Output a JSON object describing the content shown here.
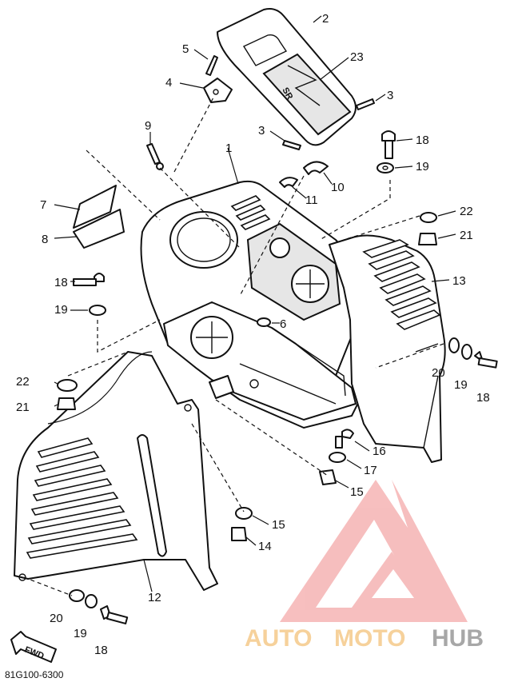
{
  "callouts": {
    "c2": "2",
    "c23": "23",
    "c3a": "3",
    "c5": "5",
    "c4": "4",
    "c3b": "3",
    "c9": "9",
    "c18a": "18",
    "c19a": "19",
    "c10": "10",
    "c1": "1",
    "c11": "11",
    "c7": "7",
    "c22a": "22",
    "c21a": "21",
    "c8": "8",
    "c13": "13",
    "c18b": "18",
    "c19b": "19",
    "c6": "6",
    "c20a": "20",
    "c19c": "19",
    "c22b": "22",
    "c18c": "18",
    "c21b": "21",
    "c16": "16",
    "c17": "17",
    "c15a": "15",
    "c15b": "15",
    "c14": "14",
    "c12": "12",
    "c20b": "20",
    "c19d": "19",
    "c18d": "18"
  },
  "direction_arrow": "FWD",
  "diagram_code": "81G100-6300",
  "decal_text": "SR",
  "watermark": {
    "auto": "AUTO",
    "moto": "MOTO",
    "hub": "HUB",
    "colors": {
      "logo": "#f5a3a3",
      "auto": "#f3c27a",
      "moto": "#f3c27a",
      "hub": "#9a9a9a"
    }
  }
}
